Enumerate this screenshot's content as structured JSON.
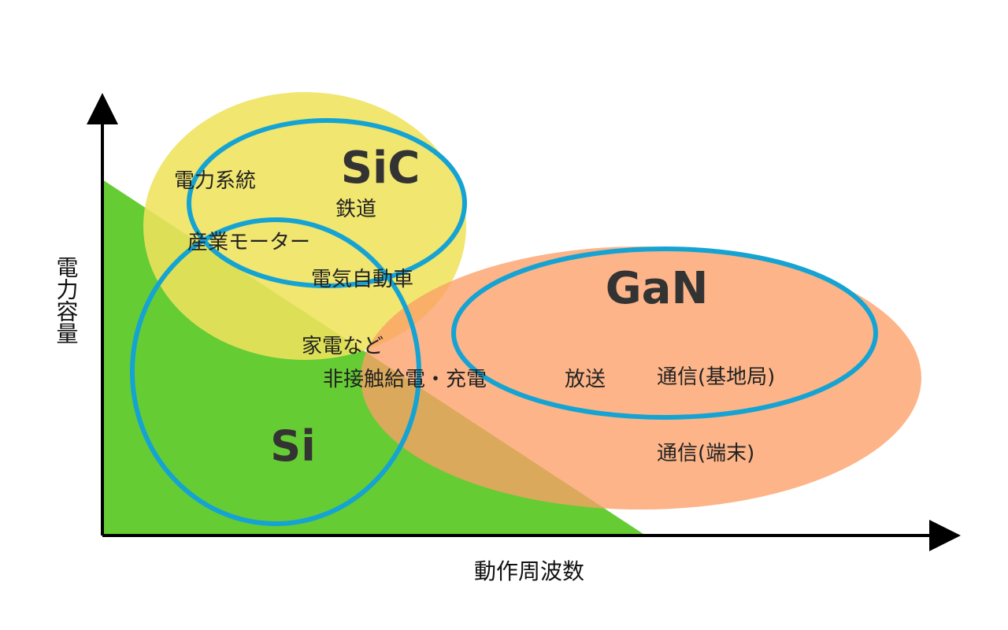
{
  "axes": {
    "x_label": "動作周波数",
    "y_label": "電力容量"
  },
  "materials": {
    "sic": "SiC",
    "si": "Si",
    "gan": "GaN"
  },
  "applications": {
    "power_grid": "電力系統",
    "railway": "鉄道",
    "industrial_motor": "産業モーター",
    "electric_vehicle": "電気自動車",
    "home_appliances": "家電など",
    "wireless_charging": "非接触給電・充電",
    "broadcasting": "放送",
    "telecom_base_station": "通信(基地局)",
    "telecom_terminal": "通信(端末)"
  },
  "colors": {
    "si_region": "#66cc33",
    "sic_region": "#eee35c",
    "gan_region": "#fb9f66",
    "outline": "#14a3d3",
    "axis": "#000000"
  }
}
